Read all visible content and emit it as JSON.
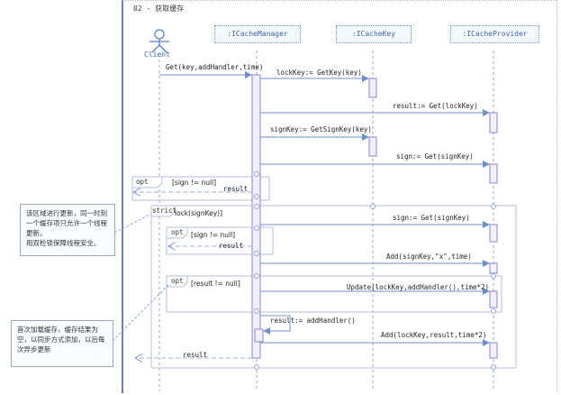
{
  "diagram": {
    "frame_title": "02 - 获取缓存",
    "actor": {
      "label": "Client"
    },
    "lifelines": [
      {
        "id": "manager",
        "label": ":ICacheManager"
      },
      {
        "id": "key",
        "label": ":ICacheKey"
      },
      {
        "id": "provider",
        "label": ":ICacheProvider"
      }
    ],
    "messages": {
      "get_call": "Get(key,addHandler,time)",
      "lock_key": "lockKey:= GetKey(key)",
      "get_lockkey": "result:= Get(lockKey)",
      "sign_key": "signKey:= GetSignKey(key)",
      "get_signkey_1": "sign:= Get(signKey)",
      "result_return_1": "result",
      "get_signkey_2": "sign:= Get(signKey)",
      "result_return_2": "result",
      "add_sign": "Add(signKey,\"x\",time)",
      "update": "Update(lockKey,addHandler(),time*2)",
      "add_handler": "result:= addHandler()",
      "add_result": "Add(lockKey,result,time*2)",
      "result_return_3": "result"
    },
    "fragments": {
      "opt1_tag": "opt",
      "opt1_guard": "[sign != null]",
      "strict_tag": "strict",
      "strict_label": "lock(signKey)]",
      "opt2_tag": "opt",
      "opt2_guard": "[sign != null]",
      "opt3_tag": "opt",
      "opt3_guard": "[result != null]"
    },
    "notes": {
      "note1": "该区域进行更新，同一时刻一个缓存项只允许一个线程更新。\n用双检锁保障线程安全。",
      "note2": "首次加载缓存，缓存结果为空，以同步方式添加，以后每次异步更新"
    }
  }
}
